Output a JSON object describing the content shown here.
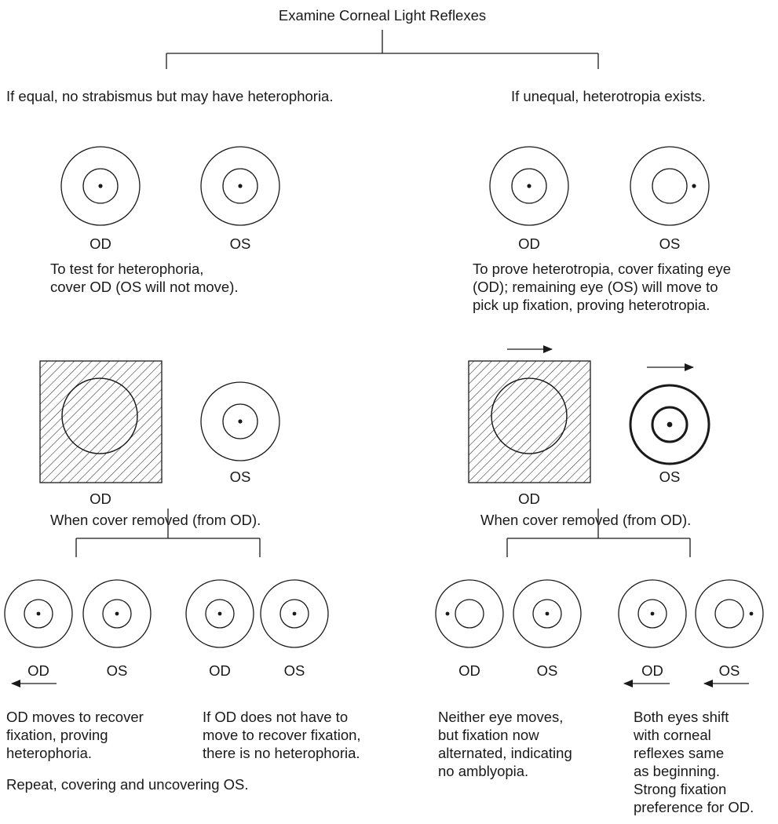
{
  "title": "Examine Corneal Light Reflexes",
  "branches": {
    "left": "If equal, no strabismus but may have heterophoria.",
    "right": "If unequal, heterotropia exists."
  },
  "labels": {
    "od": "OD",
    "os": "OS"
  },
  "notes": {
    "left_test": "To test for heterophoria,\ncover OD (OS will not move).",
    "right_test": "To prove heterotropia, cover fixating eye\n(OD); remaining eye (OS) will move to\npick up fixation, proving heterotropia.",
    "left_cover_removed": "When cover removed (from OD).",
    "right_cover_removed": "When cover removed (from OD).",
    "outcome_1": "OD moves to recover\nfixation, proving\nheterophoria.",
    "outcome_2": "If OD does not have to\nmove to recover fixation,\nthere is no heterophoria.",
    "repeat": "Repeat, covering and uncovering OS.",
    "outcome_3": "Neither eye moves,\nbut fixation now\nalternated, indicating\nno amblyopia.",
    "outcome_4": "Both eyes shift\nwith corneal\nreflexes same\nas beginning.\nStrong fixation\npreference for OD."
  },
  "colors": {
    "ink": "#1a1a1a",
    "background": "#ffffff"
  }
}
